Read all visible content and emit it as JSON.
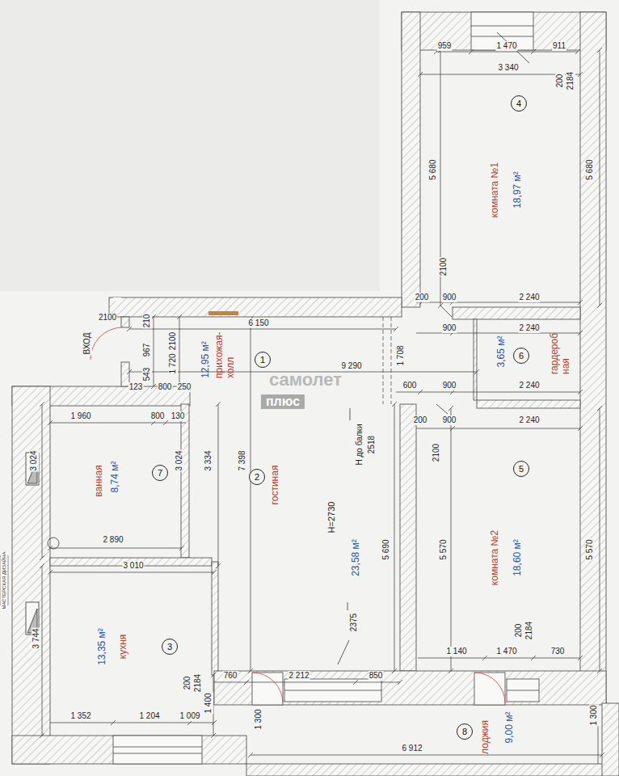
{
  "diagram": {
    "nodes": [
      {
        "text": [
          "комната №1",
          "18,97 м²"
        ]
      },
      {
        "text": [
          "4"
        ],
        "in": 0
      },
      {
        "text": [
          "прихожая- холл",
          "12,95 м²"
        ]
      },
      {
        "text": [
          "1"
        ],
        "in": 2
      },
      {
        "text": [
          "гардероб ная",
          "3,65 м²"
        ]
      },
      {
        "text": [
          "6"
        ],
        "in": 4
      },
      {
        "text": [
          "ванная",
          "8,74 м²"
        ]
      },
      {
        "text": [
          "7"
        ],
        "in": 6
      },
      {
        "text": [
          "гостиная",
          "23,58 м²"
        ]
      },
      {
        "text": [
          "2"
        ],
        "in": 8
      },
      {
        "text": [
          "комната №2",
          "18,60 м²"
        ]
      },
      {
        "text": [
          "5"
        ],
        "in": 10
      },
      {
        "text": [
          "кухня",
          "13,35 м²"
        ]
      },
      {
        "text": [
          "3"
        ],
        "in": 12
      },
      {
        "text": [
          "лоджия",
          "9,00 м²"
        ]
      },
      {
        "text": [
          "8"
        ],
        "in": 14
      }
    ],
    "labels": [
      "959",
      "1 470",
      "911",
      "3 340",
      "2184",
      "200",
      "5 680",
      "5 680",
      "2100",
      "200",
      "900",
      "2 240",
      "900",
      "2 240",
      "2100",
      "ВХОД",
      "210",
      "6 150",
      "2100",
      "967",
      "1 720",
      "1 708",
      "9 290",
      "543",
      "123",
      "800",
      "250",
      "600",
      "900",
      "2 240",
      "самолет",
      "плюс",
      "200",
      "900",
      "2 240",
      "1 960",
      "800",
      "130",
      "Н до балки",
      "2518",
      "2100",
      "3 024",
      "3 024",
      "3 334",
      "7 398",
      "H=2730",
      "5 690",
      "5 570",
      "5 570",
      "2 890",
      "3 010",
      "2375",
      "3 744",
      "2184",
      "200",
      "1 140",
      "1 470",
      "730",
      "760",
      "2 212",
      "850",
      "2184",
      "200",
      "1 400",
      "1 352",
      "1 204",
      "1 009",
      "1 300",
      "1 300",
      "6 912",
      "МАСТЕРСКАЯ ДИЗАЙНА"
    ]
  }
}
